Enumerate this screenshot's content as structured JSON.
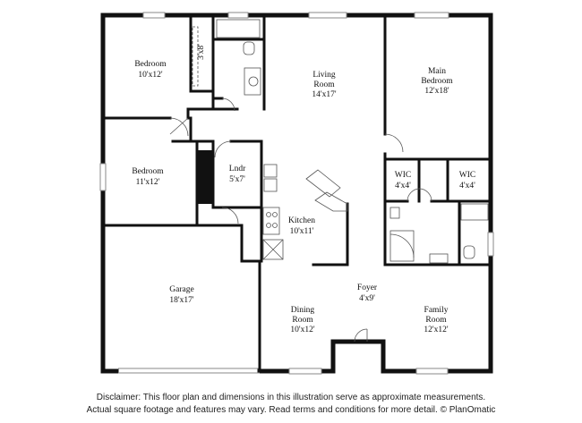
{
  "floorplan": {
    "rooms": [
      {
        "id": "bedroom-nw",
        "name": "Bedroom",
        "dims": "10'x12'"
      },
      {
        "id": "closet-nw",
        "name": "",
        "dims": "3'x8'"
      },
      {
        "id": "living-room",
        "name_line1": "Living",
        "name_line2": "Room",
        "dims": "14'x17'"
      },
      {
        "id": "main-bedroom",
        "name_line1": "Main",
        "name_line2": "Bedroom",
        "dims": "12'x18'"
      },
      {
        "id": "bedroom-w",
        "name": "Bedroom",
        "dims": "11'x12'"
      },
      {
        "id": "laundry",
        "name": "Lndr",
        "dims": "5'x7'"
      },
      {
        "id": "kitchen",
        "name": "Kitchen",
        "dims": "10'x11'"
      },
      {
        "id": "wic-left",
        "name": "WIC",
        "dims": "4'x4'"
      },
      {
        "id": "wic-right",
        "name": "WIC",
        "dims": "4'x4'"
      },
      {
        "id": "garage",
        "name": "Garage",
        "dims": "18'x17'"
      },
      {
        "id": "foyer",
        "name": "Foyer",
        "dims": "4'x9'"
      },
      {
        "id": "dining-room",
        "name_line1": "Dining",
        "name_line2": "Room",
        "dims": "10'x12'"
      },
      {
        "id": "family-room",
        "name_line1": "Family",
        "name_line2": "Room",
        "dims": "12'x12'"
      }
    ]
  },
  "disclaimer": {
    "line1": "Disclaimer: This floor plan and dimensions in this illustration serve as approximate measurements.",
    "line2": "Actual square footage and features may vary. Read terms and conditions for more detail. © PlanOmatic"
  },
  "colors": {
    "wall": "#111111",
    "fixture": "#555555",
    "window": "#8a8a8a"
  }
}
